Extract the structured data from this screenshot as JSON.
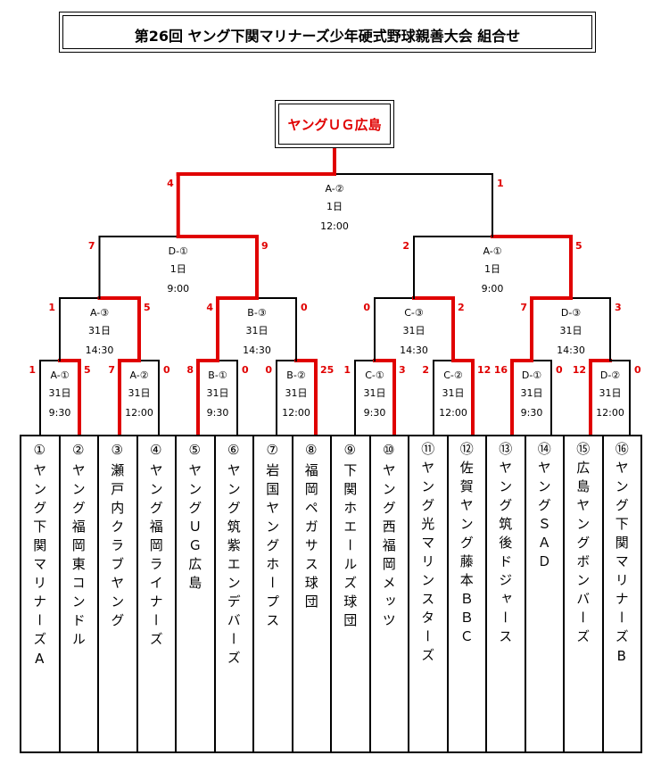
{
  "title": "第26回 ヤング下関マリナーズ少年硬式野球親善大会 組合せ",
  "winner": "ヤングＵＧ広島",
  "colors": {
    "win": "#e00000",
    "line": "#000000"
  },
  "teams": [
    "①ヤング下関マリナーズA",
    "②ヤング福岡東コンドル",
    "③瀬戸内クラブヤング",
    "④ヤング福岡ライナーズ",
    "⑤ヤングＵＧ広島",
    "⑥ヤング筑紫エンデバーズ",
    "⑦岩国ヤングホープス",
    "⑧福岡ペガサス球団",
    "⑨下関ホエールズ球団",
    "⑩ヤング西福岡メッツ",
    "⑪ヤング光マリンスターズ",
    "⑫佐賀ヤング藤本ＢＢＣ",
    "⑬ヤング筑後ドジャース",
    "⑭ヤングＳＡＤ",
    "⑮広島ヤングボンバーズ",
    "⑯ヤング下関マリナーズB"
  ],
  "matches": [
    {
      "id": "A-①",
      "day": "31日",
      "time": "9:30",
      "left_score": "1",
      "right_score": "5"
    },
    {
      "id": "A-②",
      "day": "31日",
      "time": "12:00",
      "left_score": "7",
      "right_score": "0"
    },
    {
      "id": "B-①",
      "day": "31日",
      "time": "9:30",
      "left_score": "8",
      "right_score": "0"
    },
    {
      "id": "B-②",
      "day": "31日",
      "time": "12:00",
      "left_score": "0",
      "right_score": "25"
    },
    {
      "id": "C-①",
      "day": "31日",
      "time": "9:30",
      "left_score": "1",
      "right_score": "3"
    },
    {
      "id": "C-②",
      "day": "31日",
      "time": "12:00",
      "left_score": "2",
      "right_score": "12"
    },
    {
      "id": "D-①",
      "day": "31日",
      "time": "9:30",
      "left_score": "16",
      "right_score": "0"
    },
    {
      "id": "D-②",
      "day": "31日",
      "time": "12:00",
      "left_score": "12",
      "right_score": "0"
    },
    {
      "id": "A-③",
      "day": "31日",
      "time": "14:30",
      "left_score": "1",
      "right_score": "5"
    },
    {
      "id": "B-③",
      "day": "31日",
      "time": "14:30",
      "left_score": "4",
      "right_score": "0"
    },
    {
      "id": "C-③",
      "day": "31日",
      "time": "14:30",
      "left_score": "0",
      "right_score": "2"
    },
    {
      "id": "D-③",
      "day": "31日",
      "time": "14:30",
      "left_score": "7",
      "right_score": "3"
    },
    {
      "id": "D-①",
      "day": "1日",
      "time": "9:00",
      "left_score": "7",
      "right_score": "9"
    },
    {
      "id": "A-①",
      "day": "1日",
      "time": "9:00",
      "left_score": "2",
      "right_score": "5"
    },
    {
      "id": "A-②",
      "day": "1日",
      "time": "12:00",
      "left_score": "4",
      "right_score": "1"
    }
  ]
}
